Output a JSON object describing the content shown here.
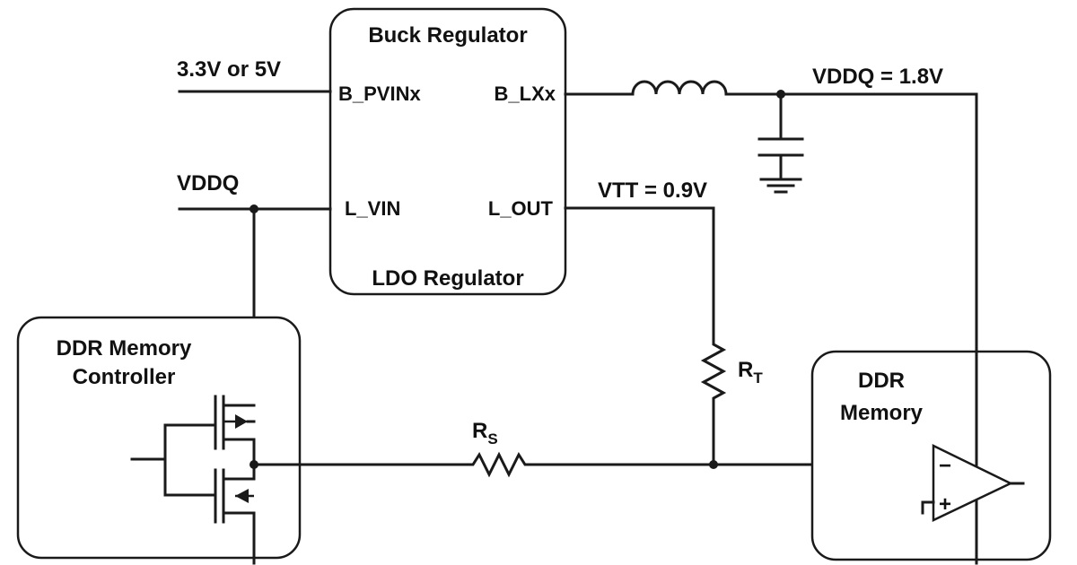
{
  "regulator": {
    "top_label": "Buck Regulator",
    "bottom_label": "LDO Regulator",
    "pin_b_pvin": "B_PVINx",
    "pin_b_lx": "B_LXx",
    "pin_l_vin": "L_VIN",
    "pin_l_out": "L_OUT"
  },
  "rails": {
    "input_supply": "3.3V or 5V",
    "vddq_in": "VDDQ",
    "vddq_out": "VDDQ = 1.8V",
    "vtt": "VTT = 0.9V"
  },
  "controller": {
    "line1": "DDR Memory",
    "line2": "Controller"
  },
  "memory": {
    "line1": "DDR",
    "line2": "Memory"
  },
  "resistors": {
    "rs_main": "R",
    "rs_sub": "S",
    "rt_main": "R",
    "rt_sub": "T"
  },
  "comparator": {
    "minus": "−",
    "plus": "+"
  }
}
